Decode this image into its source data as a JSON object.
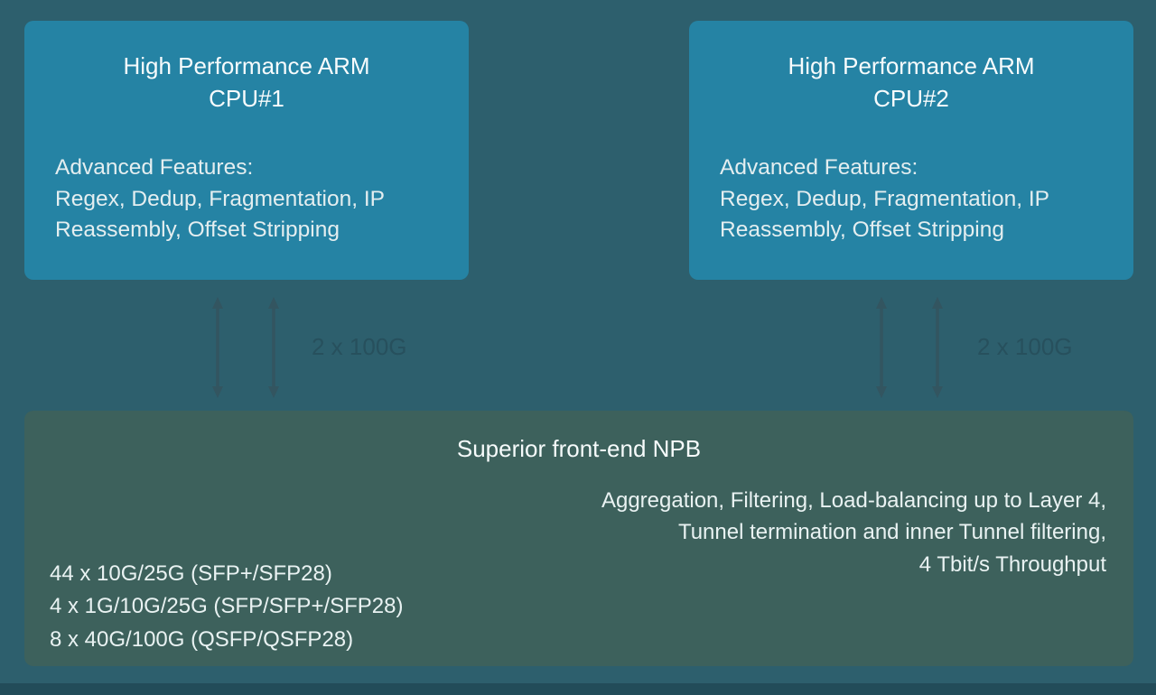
{
  "colors": {
    "background": "#2d5f6d",
    "cpu_box": "#2583a4",
    "npb_box": "#3d615c",
    "arrow": "#335560",
    "link_label_text": "#27505d",
    "text": "#f2f8f9"
  },
  "cpu_boxes": [
    {
      "title_line1": "High Performance ARM",
      "title_line2": "CPU#1",
      "features_heading": "Advanced Features:",
      "features_body": "Regex, Dedup, Fragmentation, IP Reassembly, Offset Stripping"
    },
    {
      "title_line1": "High Performance ARM",
      "title_line2": "CPU#2",
      "features_heading": "Advanced Features:",
      "features_body": "Regex, Dedup, Fragmentation, IP Reassembly, Offset Stripping"
    }
  ],
  "links": [
    {
      "label": "2 x 100G"
    },
    {
      "label": "2 x 100G"
    }
  ],
  "npb": {
    "title": "Superior front-end NPB",
    "capabilities": [
      "Aggregation, Filtering, Load-balancing up to Layer 4,",
      "Tunnel termination and inner Tunnel filtering,",
      "4 Tbit/s Throughput"
    ],
    "ports": [
      "44 x 10G/25G (SFP+/SFP28)",
      "4 x 1G/10G/25G (SFP/SFP+/SFP28)",
      "8 x 40G/100G (QSFP/QSFP28)"
    ]
  }
}
